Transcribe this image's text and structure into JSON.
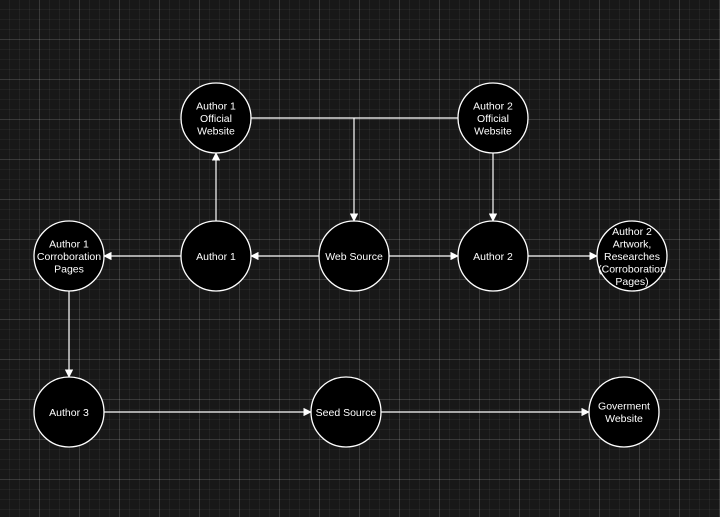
{
  "diagram": {
    "background": "#181818",
    "line_color": "#ffffff",
    "node_fill": "#000000",
    "nodes": [
      {
        "id": "author1_site",
        "lines": [
          "Author 1",
          "Official",
          "Website"
        ]
      },
      {
        "id": "author2_site",
        "lines": [
          "Author 2",
          "Official",
          "Website"
        ]
      },
      {
        "id": "author1_corrob",
        "lines": [
          "Author 1",
          "Corroboration",
          "Pages"
        ]
      },
      {
        "id": "author1",
        "lines": [
          "Author 1"
        ]
      },
      {
        "id": "web_source",
        "lines": [
          "Web Source"
        ]
      },
      {
        "id": "author2",
        "lines": [
          "Author 2"
        ]
      },
      {
        "id": "author2_artwork",
        "lines": [
          "Author 2",
          "Artwork,",
          "Researches",
          "(Corroboration",
          "Pages)"
        ]
      },
      {
        "id": "author3",
        "lines": [
          "Author 3"
        ]
      },
      {
        "id": "seed_source",
        "lines": [
          "Seed Source"
        ]
      },
      {
        "id": "gov_site",
        "lines": [
          "Goverment",
          "Website"
        ]
      }
    ],
    "edges": [
      {
        "from": "author1",
        "to": "author1_site"
      },
      {
        "from": "author2_site",
        "to": "author2"
      },
      {
        "from": "author1_site",
        "to": "web_source",
        "via": "author2_site"
      },
      {
        "from": "web_source",
        "to": "author1"
      },
      {
        "from": "web_source",
        "to": "author2"
      },
      {
        "from": "author1",
        "to": "author1_corrob"
      },
      {
        "from": "author2",
        "to": "author2_artwork"
      },
      {
        "from": "author1_corrob",
        "to": "author3"
      },
      {
        "from": "author3",
        "to": "seed_source"
      },
      {
        "from": "seed_source",
        "to": "gov_site"
      }
    ]
  }
}
